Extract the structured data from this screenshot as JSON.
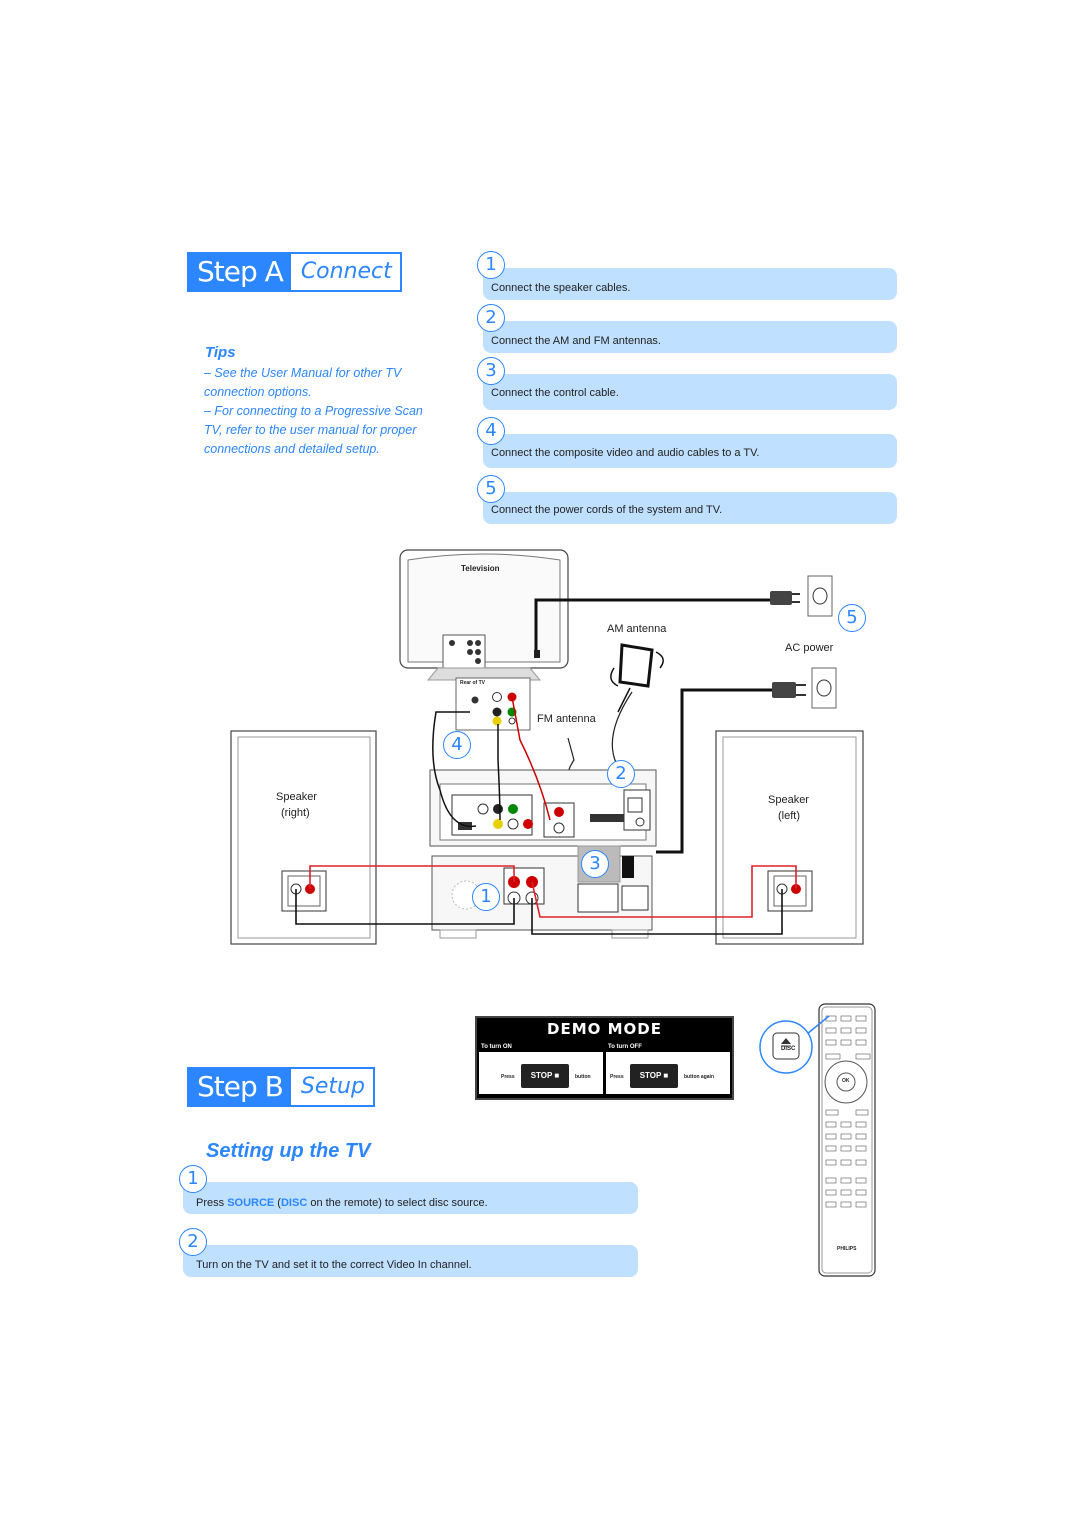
{
  "stepA": {
    "main": "Step A",
    "sub": "Connect"
  },
  "tips": {
    "title": "Tips",
    "line1": "– See the User Manual for other TV",
    "line2": "connection options.",
    "line3": "– For connecting to a Progressive Scan",
    "line4": "TV, refer to the user manual for proper",
    "line5": "connections and detailed setup."
  },
  "steps": [
    {
      "num": "1",
      "text": "Connect the speaker cables."
    },
    {
      "num": "2",
      "text": "Connect the AM and FM antennas."
    },
    {
      "num": "3",
      "text": "Connect the control cable."
    },
    {
      "num": "4",
      "text": "Connect the composite video and audio cables to a TV."
    },
    {
      "num": "5",
      "text": "Connect the power cords of the system and TV."
    }
  ],
  "diagram": {
    "television": "Television",
    "rear_tv": "Rear of TV",
    "am_antenna": "AM antenna",
    "fm_antenna": "FM antenna",
    "ac_power": "AC power",
    "speaker_right_1": "Speaker",
    "speaker_right_2": "(right)",
    "speaker_left_1": "Speaker",
    "speaker_left_2": "(left)",
    "callouts": [
      "1",
      "2",
      "3",
      "4",
      "5"
    ]
  },
  "demo": {
    "title": "DEMO MODE",
    "on_label": "To turn ON",
    "off_label": "To turn OFF",
    "press": "Press",
    "stop": "STOP ■",
    "button": "button",
    "button_again": "button again"
  },
  "remote": {
    "brand": "PHILIPS",
    "disc": "DISC",
    "ok": "OK"
  },
  "stepB": {
    "main": "Step B",
    "sub": "Setup"
  },
  "setting": {
    "title": "Setting up the TV",
    "step1_num": "1",
    "step1_pre": "Press ",
    "step1_source": "SOURCE",
    "step1_mid": " (",
    "step1_disc": "DISC",
    "step1_post": " on the remote) to select disc source.",
    "step2_num": "2",
    "step2_text": "Turn on the TV and set it to the correct Video In channel."
  },
  "colors": {
    "accent": "#2b86ff",
    "bar": "#bfe0ff",
    "cable_red": "#e0202a"
  }
}
